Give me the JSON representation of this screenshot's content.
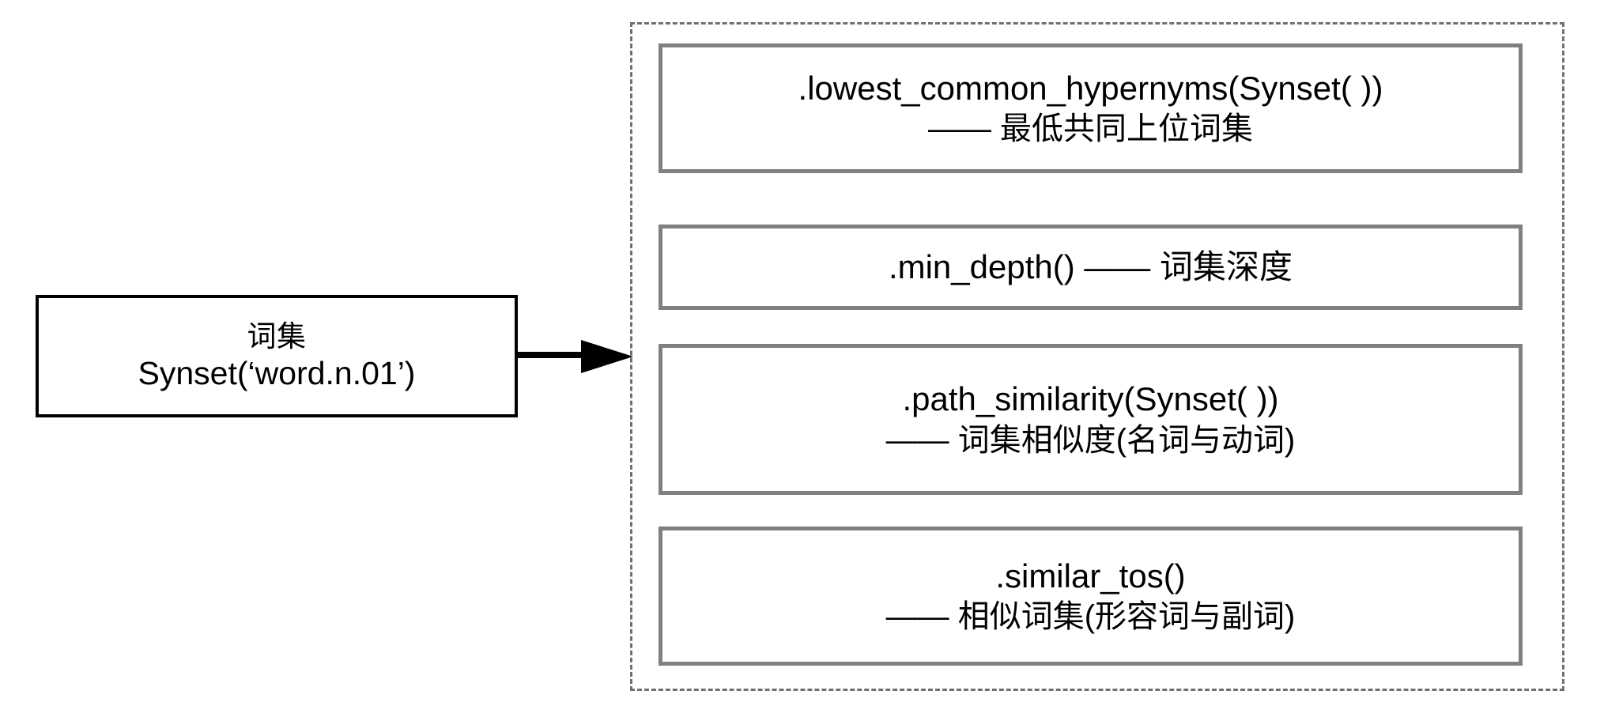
{
  "diagram": {
    "title_text": "",
    "colors": {
      "background": "#ffffff",
      "source_border": "#000000",
      "method_border": "#808080",
      "group_border": "#707070",
      "text": "#000000",
      "arrow": "#000000"
    },
    "source_node": {
      "label_cjk": "词集",
      "label_code": "Synset(‘word.n.01’)"
    },
    "arrow": {
      "icon": "arrow-right-icon",
      "direction": "right"
    },
    "group": {
      "border_style": "dashed",
      "methods": [
        {
          "code": ".lowest_common_hypernyms(Synset( ))",
          "description": "—— 最低共同上位词集",
          "lines": 2
        },
        {
          "code": ".min_depth() —— 词集深度",
          "description": "",
          "lines": 1
        },
        {
          "code": ".path_similarity(Synset( ))",
          "description": "—— 词集相似度(名词与动词)",
          "lines": 2
        },
        {
          "code": ".similar_tos()",
          "description": "—— 相似词集(形容词与副词)",
          "lines": 2
        }
      ]
    }
  }
}
